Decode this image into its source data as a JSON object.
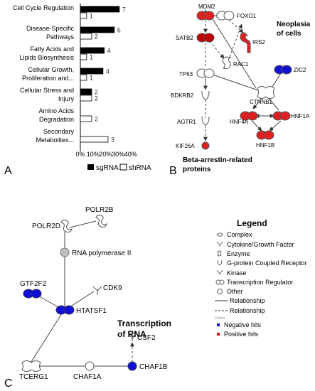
{
  "panel_labels": {
    "a": "A",
    "b": "B",
    "c": "C"
  },
  "chart_data": {
    "type": "bar",
    "orientation": "horizontal",
    "categories": [
      [
        "Cell Cycle Regulation"
      ],
      [
        "Disease-Specific",
        "Pathways"
      ],
      [
        "Fatty Acids and",
        "Lipids Biosynthesis"
      ],
      [
        "Cellular Growth,",
        "Proliferation and..."
      ],
      [
        "Cellular Stress and",
        "Injury"
      ],
      [
        "Amino Acids",
        "Degradation"
      ],
      [
        "Secondary",
        "Metabolites..."
      ]
    ],
    "series": [
      {
        "name": "sgRNA",
        "color": "#000000",
        "values": [
          31,
          27,
          19,
          18,
          9,
          0,
          0
        ],
        "labels": [
          "7",
          "6",
          "4",
          "4",
          "2",
          "",
          ""
        ]
      },
      {
        "name": "shRNA",
        "color": "#ffffff",
        "values": [
          5,
          9,
          5,
          5,
          9,
          9,
          22
        ],
        "labels": [
          "1",
          "2",
          "1",
          "1",
          "2",
          "2",
          "3"
        ]
      }
    ],
    "xlim": [
      0,
      40
    ],
    "xticks": [
      "0%",
      "10%",
      "20%",
      "30%",
      "40%"
    ],
    "legend_position": "bottom"
  },
  "network_b": {
    "title": [
      "Neoplasia",
      "of cells"
    ],
    "subtitle": [
      "Beta-arrestin-related",
      "proteins"
    ],
    "nodes": {
      "mdm2": "MDM2",
      "foxo1": "FOXO1",
      "satb2": "SATB2",
      "irs2": "IRS2",
      "rac1": "RAC1",
      "zic2": "ZIC2",
      "tp63": "TP63",
      "bdkrb2": "BDKRB2",
      "ctnnb1": "CTNNB1",
      "agtr1": "AGTR1",
      "hnf4a": "HNF4A",
      "hnf1a": "HNF1A",
      "hnf1b": "HNF1B",
      "kif26a": "KIF26A"
    }
  },
  "network_c": {
    "title": [
      "Transcription",
      "of RNA"
    ],
    "nodes": {
      "polr2b": "POLR2B",
      "polr2d": "POLR2D",
      "rnapol": "RNA polymerase II",
      "gtf2f2": "GTF2F2",
      "cdk9": "CDK9",
      "htatsf1": "HTATSF1",
      "csf2": "CSF2",
      "tcerg1": "TCERG1",
      "chaf1a": "CHAF1A",
      "chaf1b": "CHAF1B"
    }
  },
  "legend": {
    "title": "Legend",
    "items": [
      "Complex",
      "Cytokine/Growth Factor",
      "Enzyme",
      "G-protein Coupled Receptor",
      "Kinase",
      "Transcription Regulator",
      "Other",
      "Relationship",
      "Relationship"
    ],
    "colors_label": "Colors",
    "negative": "Negative hits",
    "positive": "Positive hits",
    "negative_color": "#1010d8",
    "positive_color": "#e01010"
  }
}
